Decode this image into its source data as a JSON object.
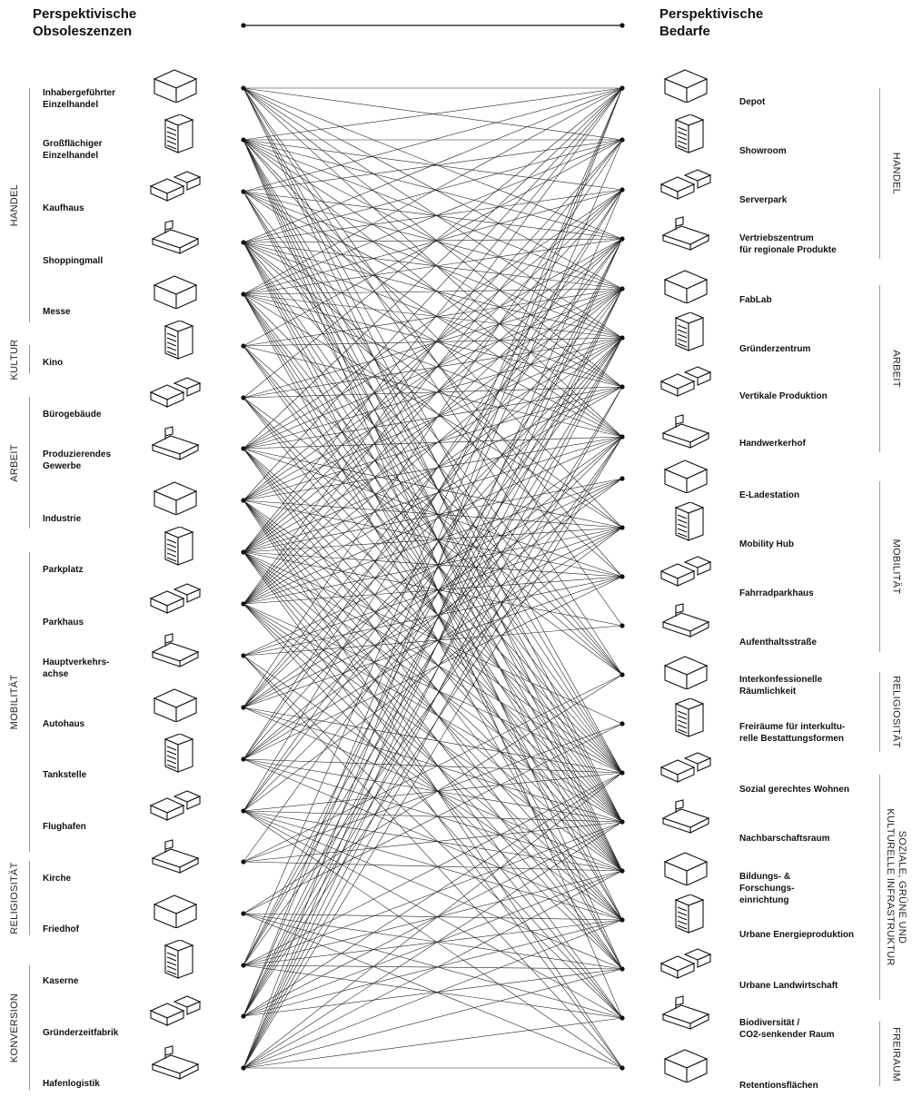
{
  "header": {
    "left_title_line1": "Perspektivische",
    "left_title_line2": "Obsoleszenzen",
    "right_title_line1": "Perspektivische",
    "right_title_line2": "Bedarfe"
  },
  "left_items": [
    {
      "label": "Inhabergeführter\nEinzelhandel",
      "icon": "retail-icon"
    },
    {
      "label": "Großflächiger\nEinzelhandel",
      "icon": "hypermarket-icon"
    },
    {
      "label": "Kaufhaus",
      "icon": "department-store-icon"
    },
    {
      "label": "Shoppingmall",
      "icon": "mall-icon"
    },
    {
      "label": "Messe",
      "icon": "fair-icon"
    },
    {
      "label": "Kino",
      "icon": "cinema-icon"
    },
    {
      "label": "Bürogebäude",
      "icon": "office-icon"
    },
    {
      "label": "Produzierendes\nGewerbe",
      "icon": "factory-sawtooth-icon"
    },
    {
      "label": "Industrie",
      "icon": "industry-chimney-icon"
    },
    {
      "label": "Parkplatz",
      "icon": "parking-sign-icon"
    },
    {
      "label": "Parkhaus",
      "icon": "parking-garage-icon"
    },
    {
      "label": "Hauptverkehrs-\nachse",
      "icon": "road-icon"
    },
    {
      "label": "Autohaus",
      "icon": "car-dealer-icon"
    },
    {
      "label": "Tankstelle",
      "icon": "gas-station-icon"
    },
    {
      "label": "Flughafen",
      "icon": "airport-icon"
    },
    {
      "label": "Kirche",
      "icon": "church-icon"
    },
    {
      "label": "Friedhof",
      "icon": "cemetery-icon"
    },
    {
      "label": "Kaserne",
      "icon": "barracks-icon"
    },
    {
      "label": "Gründerzeitfabrik",
      "icon": "old-factory-icon"
    },
    {
      "label": "Hafenlogistik",
      "icon": "cargo-ship-icon"
    }
  ],
  "right_items": [
    {
      "label": "Depot",
      "icon": "depot-icon"
    },
    {
      "label": "Showroom",
      "icon": "showroom-icon"
    },
    {
      "label": "Serverpark",
      "icon": "server-icon"
    },
    {
      "label": "Vertriebszentrum\nfür regionale Produkte",
      "icon": "distribution-truck-icon"
    },
    {
      "label": "FabLab",
      "icon": "fablab-icon"
    },
    {
      "label": "Gründerzentrum",
      "icon": "startup-center-icon"
    },
    {
      "label": "Vertikale Produktion",
      "icon": "vertical-production-icon"
    },
    {
      "label": "Handwerkerhof",
      "icon": "craft-yard-icon"
    },
    {
      "label": "E-Ladestation",
      "icon": "charging-station-icon"
    },
    {
      "label": "Mobility Hub",
      "icon": "mobility-hub-icon"
    },
    {
      "label": "Fahrradparkhaus",
      "icon": "bike-garage-icon"
    },
    {
      "label": "Aufenthaltsstraße",
      "icon": "street-trees-icon"
    },
    {
      "label": "Interkonfessionelle\nRäumlichkeit",
      "icon": "interfaith-icon"
    },
    {
      "label": "Freiräume für interkultu-\nrelle Bestattungsformen",
      "icon": "burial-grove-icon"
    },
    {
      "label": "Sozial gerechtes Wohnen",
      "icon": "housing-icon"
    },
    {
      "label": "Nachbarschaftsraum",
      "icon": "neighborhood-icon"
    },
    {
      "label": "Bildungs- &\nForschungs-\neinrichtung",
      "icon": "education-icon"
    },
    {
      "label": "Urbane Energieproduktion",
      "icon": "wind-energy-icon"
    },
    {
      "label": "Urbane Landwirtschaft",
      "icon": "urban-farming-icon"
    },
    {
      "label": "Biodiversität /\nCO2-senkender Raum",
      "icon": "biodiversity-icon"
    },
    {
      "label": "Retentionsflächen",
      "icon": "retention-basin-icon"
    }
  ],
  "left_categories": [
    {
      "label": "HANDEL"
    },
    {
      "label": "KULTUR"
    },
    {
      "label": "ARBEIT"
    },
    {
      "label": "MOBILITÄT"
    },
    {
      "label": "RELIGIOSITÄT"
    },
    {
      "label": "KONVERSION"
    }
  ],
  "right_categories": [
    {
      "label": "HANDEL"
    },
    {
      "label": "ARBEIT"
    },
    {
      "label": "MOBILITÄT"
    },
    {
      "label": "RELIGIOSITÄT"
    },
    {
      "label": "SOZIALE, GRÜNE UND\nKULTURELLE INFRASTRUKTUR"
    },
    {
      "label": "FREIRAUM"
    }
  ],
  "connections": [
    [
      0,
      0
    ],
    [
      0,
      1
    ],
    [
      0,
      3
    ],
    [
      0,
      4
    ],
    [
      0,
      5
    ],
    [
      0,
      6
    ],
    [
      0,
      7
    ],
    [
      0,
      11
    ],
    [
      0,
      12
    ],
    [
      0,
      14
    ],
    [
      0,
      15
    ],
    [
      0,
      16
    ],
    [
      1,
      0
    ],
    [
      1,
      1
    ],
    [
      1,
      2
    ],
    [
      1,
      3
    ],
    [
      1,
      4
    ],
    [
      1,
      5
    ],
    [
      1,
      6
    ],
    [
      1,
      7
    ],
    [
      1,
      9
    ],
    [
      1,
      10
    ],
    [
      1,
      14
    ],
    [
      1,
      15
    ],
    [
      1,
      16
    ],
    [
      1,
      17
    ],
    [
      1,
      18
    ],
    [
      1,
      19
    ],
    [
      2,
      0
    ],
    [
      2,
      1
    ],
    [
      2,
      3
    ],
    [
      2,
      4
    ],
    [
      2,
      5
    ],
    [
      2,
      6
    ],
    [
      2,
      7
    ],
    [
      2,
      12
    ],
    [
      2,
      14
    ],
    [
      2,
      15
    ],
    [
      2,
      16
    ],
    [
      3,
      0
    ],
    [
      3,
      1
    ],
    [
      3,
      2
    ],
    [
      3,
      3
    ],
    [
      3,
      4
    ],
    [
      3,
      5
    ],
    [
      3,
      6
    ],
    [
      3,
      7
    ],
    [
      3,
      9
    ],
    [
      3,
      10
    ],
    [
      3,
      12
    ],
    [
      3,
      14
    ],
    [
      3,
      15
    ],
    [
      3,
      16
    ],
    [
      3,
      17
    ],
    [
      3,
      18
    ],
    [
      4,
      0
    ],
    [
      4,
      1
    ],
    [
      4,
      2
    ],
    [
      4,
      3
    ],
    [
      4,
      4
    ],
    [
      4,
      5
    ],
    [
      4,
      6
    ],
    [
      4,
      7
    ],
    [
      4,
      9
    ],
    [
      4,
      12
    ],
    [
      4,
      14
    ],
    [
      4,
      15
    ],
    [
      4,
      16
    ],
    [
      4,
      17
    ],
    [
      4,
      18
    ],
    [
      5,
      1
    ],
    [
      5,
      4
    ],
    [
      5,
      5
    ],
    [
      5,
      7
    ],
    [
      5,
      12
    ],
    [
      5,
      14
    ],
    [
      5,
      15
    ],
    [
      5,
      16
    ],
    [
      6,
      0
    ],
    [
      6,
      4
    ],
    [
      6,
      5
    ],
    [
      6,
      6
    ],
    [
      6,
      12
    ],
    [
      6,
      14
    ],
    [
      6,
      15
    ],
    [
      6,
      16
    ],
    [
      7,
      0
    ],
    [
      7,
      2
    ],
    [
      7,
      3
    ],
    [
      7,
      4
    ],
    [
      7,
      5
    ],
    [
      7,
      6
    ],
    [
      7,
      7
    ],
    [
      7,
      9
    ],
    [
      7,
      10
    ],
    [
      7,
      14
    ],
    [
      7,
      15
    ],
    [
      7,
      16
    ],
    [
      7,
      17
    ],
    [
      7,
      18
    ],
    [
      8,
      0
    ],
    [
      8,
      2
    ],
    [
      8,
      3
    ],
    [
      8,
      4
    ],
    [
      8,
      5
    ],
    [
      8,
      6
    ],
    [
      8,
      7
    ],
    [
      8,
      9
    ],
    [
      8,
      10
    ],
    [
      8,
      14
    ],
    [
      8,
      15
    ],
    [
      8,
      16
    ],
    [
      8,
      17
    ],
    [
      8,
      18
    ],
    [
      8,
      19
    ],
    [
      8,
      20
    ],
    [
      9,
      0
    ],
    [
      9,
      1
    ],
    [
      9,
      2
    ],
    [
      9,
      3
    ],
    [
      9,
      4
    ],
    [
      9,
      5
    ],
    [
      9,
      6
    ],
    [
      9,
      7
    ],
    [
      9,
      8
    ],
    [
      9,
      9
    ],
    [
      9,
      10
    ],
    [
      9,
      11
    ],
    [
      9,
      13
    ],
    [
      9,
      14
    ],
    [
      9,
      15
    ],
    [
      9,
      16
    ],
    [
      9,
      17
    ],
    [
      9,
      18
    ],
    [
      9,
      19
    ],
    [
      9,
      20
    ],
    [
      10,
      0
    ],
    [
      10,
      1
    ],
    [
      10,
      2
    ],
    [
      10,
      3
    ],
    [
      10,
      4
    ],
    [
      10,
      5
    ],
    [
      10,
      6
    ],
    [
      10,
      7
    ],
    [
      10,
      8
    ],
    [
      10,
      9
    ],
    [
      10,
      10
    ],
    [
      10,
      14
    ],
    [
      10,
      15
    ],
    [
      10,
      16
    ],
    [
      10,
      17
    ],
    [
      10,
      18
    ],
    [
      10,
      19
    ],
    [
      11,
      8
    ],
    [
      11,
      9
    ],
    [
      11,
      10
    ],
    [
      11,
      11
    ],
    [
      11,
      17
    ],
    [
      11,
      19
    ],
    [
      11,
      20
    ],
    [
      12,
      1
    ],
    [
      12,
      3
    ],
    [
      12,
      4
    ],
    [
      12,
      5
    ],
    [
      12,
      7
    ],
    [
      12,
      8
    ],
    [
      12,
      9
    ],
    [
      12,
      10
    ],
    [
      12,
      14
    ],
    [
      12,
      15
    ],
    [
      12,
      16
    ],
    [
      13,
      2
    ],
    [
      13,
      3
    ],
    [
      13,
      5
    ],
    [
      13,
      7
    ],
    [
      13,
      8
    ],
    [
      13,
      9
    ],
    [
      13,
      10
    ],
    [
      13,
      14
    ],
    [
      13,
      15
    ],
    [
      13,
      16
    ],
    [
      13,
      17
    ],
    [
      14,
      2
    ],
    [
      14,
      4
    ],
    [
      14,
      5
    ],
    [
      14,
      7
    ],
    [
      14,
      9
    ],
    [
      14,
      14
    ],
    [
      14,
      15
    ],
    [
      14,
      16
    ],
    [
      14,
      17
    ],
    [
      14,
      18
    ],
    [
      14,
      19
    ],
    [
      14,
      20
    ],
    [
      15,
      5
    ],
    [
      15,
      12
    ],
    [
      15,
      13
    ],
    [
      15,
      15
    ],
    [
      15,
      16
    ],
    [
      16,
      12
    ],
    [
      16,
      13
    ],
    [
      16,
      17
    ],
    [
      16,
      18
    ],
    [
      16,
      19
    ],
    [
      16,
      20
    ],
    [
      17,
      0
    ],
    [
      17,
      3
    ],
    [
      17,
      4
    ],
    [
      17,
      5
    ],
    [
      17,
      7
    ],
    [
      17,
      14
    ],
    [
      17,
      15
    ],
    [
      17,
      16
    ],
    [
      17,
      17
    ],
    [
      17,
      18
    ],
    [
      17,
      19
    ],
    [
      18,
      0
    ],
    [
      18,
      1
    ],
    [
      18,
      3
    ],
    [
      18,
      4
    ],
    [
      18,
      5
    ],
    [
      18,
      6
    ],
    [
      18,
      7
    ],
    [
      18,
      14
    ],
    [
      18,
      15
    ],
    [
      18,
      16
    ],
    [
      18,
      17
    ],
    [
      18,
      18
    ],
    [
      19,
      0
    ],
    [
      19,
      2
    ],
    [
      19,
      3
    ],
    [
      19,
      4
    ],
    [
      19,
      5
    ],
    [
      19,
      6
    ],
    [
      19,
      7
    ],
    [
      19,
      14
    ],
    [
      19,
      15
    ],
    [
      19,
      16
    ],
    [
      19,
      17
    ],
    [
      19,
      18
    ],
    [
      19,
      19
    ],
    [
      19,
      20
    ]
  ]
}
